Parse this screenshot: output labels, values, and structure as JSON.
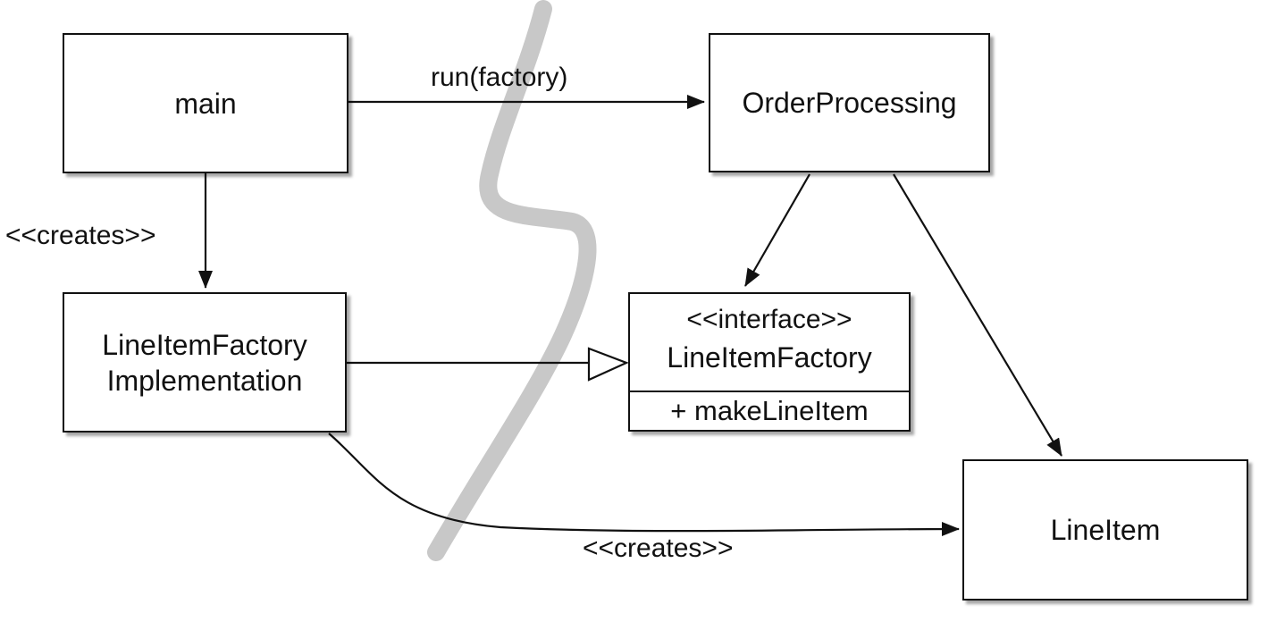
{
  "boxes": {
    "main": {
      "label": "main"
    },
    "order_processing": {
      "label": "OrderProcessing"
    },
    "factory_impl": {
      "line1": "LineItemFactory",
      "line2": "Implementation"
    },
    "factory_interface": {
      "stereotype": "<<interface>>",
      "name": "LineItemFactory",
      "method": "+ makeLineItem"
    },
    "line_item": {
      "label": "LineItem"
    }
  },
  "connectors": {
    "run_label": "run(factory)",
    "creates_impl_label": "<<creates>>",
    "creates_lineitem_label": "<<creates>>"
  },
  "colors": {
    "line": "#111111",
    "boundary": "#c8c8c8"
  }
}
